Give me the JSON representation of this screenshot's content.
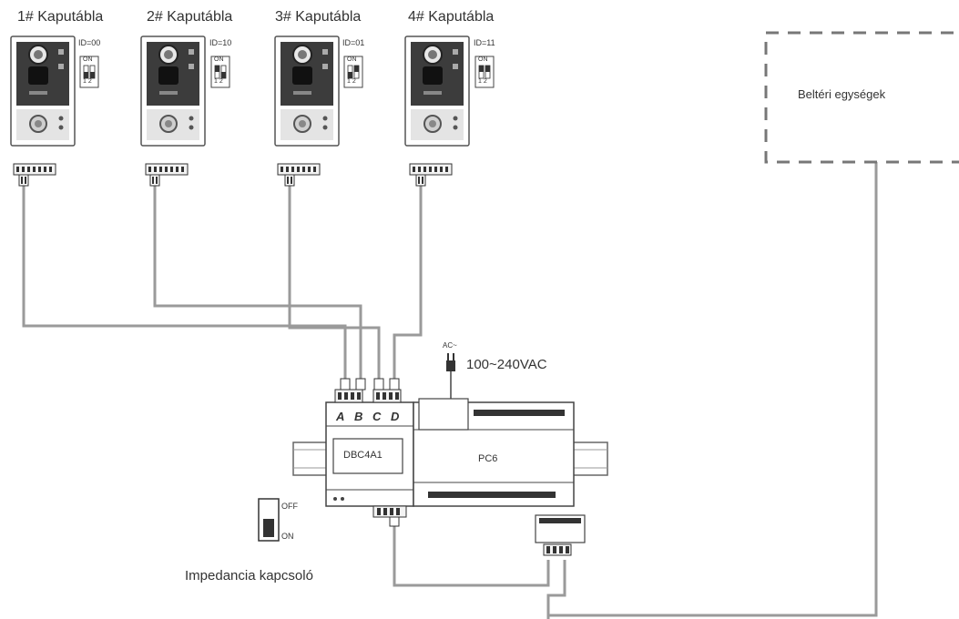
{
  "panels": [
    {
      "title": "1# Kaputábla",
      "id": "ID=00",
      "dip": [
        "down",
        "down"
      ]
    },
    {
      "title": "2# Kaputábla",
      "id": "ID=10",
      "dip": [
        "up",
        "down"
      ]
    },
    {
      "title": "3# Kaputábla",
      "id": "ID=01",
      "dip": [
        "down",
        "up"
      ]
    },
    {
      "title": "4# Kaputábla",
      "id": "ID=11",
      "dip": [
        "up",
        "up"
      ]
    }
  ],
  "dip_on_label": "ON",
  "dip_num_label": "1 2",
  "indoor": {
    "label": "Beltéri egységek"
  },
  "distributor": {
    "name": "DBC4A1",
    "ports": [
      "A",
      "B",
      "C",
      "D"
    ]
  },
  "power": {
    "name": "PC6",
    "ac_label": "AC~",
    "voltage": "100~240VAC"
  },
  "impedance": {
    "label": "Impedancia kapcsoló",
    "off": "OFF",
    "on": "ON"
  },
  "colors": {
    "wire": "#9a9a9a",
    "panel_body": "#3a3a3a",
    "dashed_box": "#777777"
  }
}
